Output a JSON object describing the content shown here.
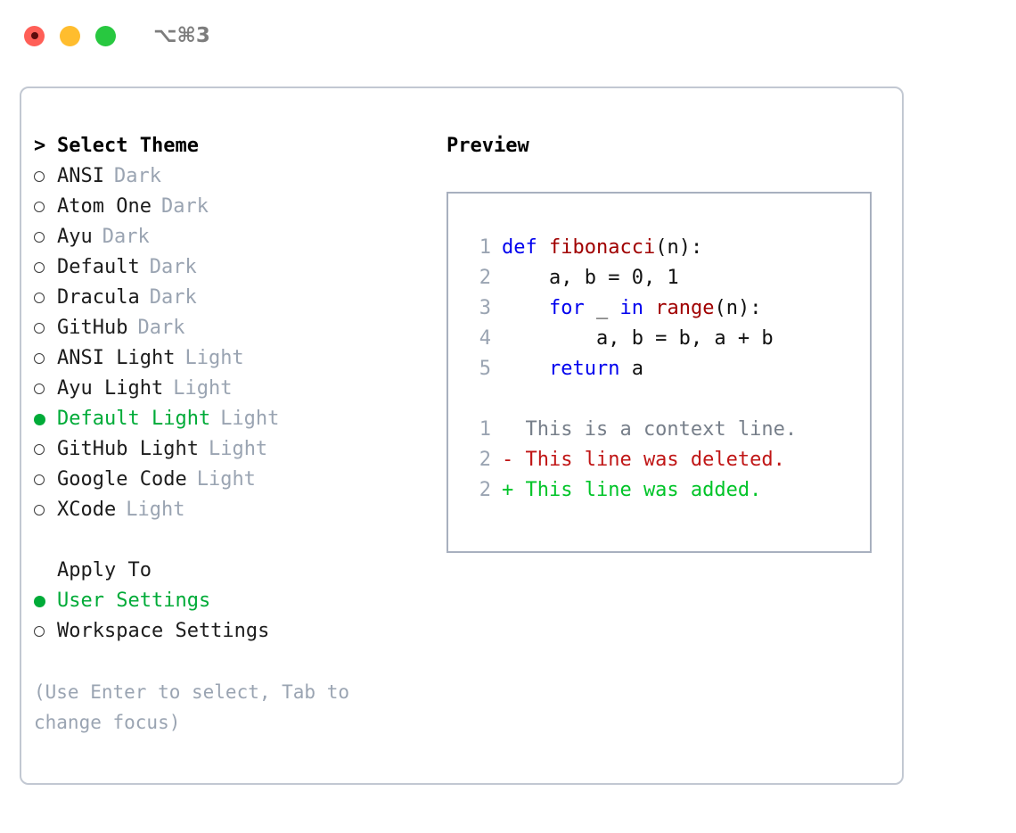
{
  "titlebar": {
    "shortcut": "⌥⌘3",
    "lights": [
      "close-red",
      "minimize-yellow",
      "maximize-green"
    ]
  },
  "left": {
    "header": {
      "caret": ">",
      "title": "Select Theme"
    },
    "themes": [
      {
        "marker": "ring",
        "name": "ANSI",
        "mode": "Dark",
        "selected": false
      },
      {
        "marker": "ring",
        "name": "Atom One",
        "mode": "Dark",
        "selected": false
      },
      {
        "marker": "ring",
        "name": "Ayu",
        "mode": "Dark",
        "selected": false
      },
      {
        "marker": "ring",
        "name": "Default",
        "mode": "Dark",
        "selected": false
      },
      {
        "marker": "ring",
        "name": "Dracula",
        "mode": "Dark",
        "selected": false
      },
      {
        "marker": "ring",
        "name": "GitHub",
        "mode": "Dark",
        "selected": false
      },
      {
        "marker": "ring",
        "name": "ANSI Light",
        "mode": "Light",
        "selected": false
      },
      {
        "marker": "ring",
        "name": "Ayu Light",
        "mode": "Light",
        "selected": false
      },
      {
        "marker": "dot",
        "name": "Default Light",
        "mode": "Light",
        "selected": true
      },
      {
        "marker": "ring",
        "name": "GitHub Light",
        "mode": "Light",
        "selected": false
      },
      {
        "marker": "ring",
        "name": "Google Code",
        "mode": "Light",
        "selected": false
      },
      {
        "marker": "ring",
        "name": "XCode",
        "mode": "Light",
        "selected": false
      }
    ],
    "apply_to": {
      "label": "Apply To",
      "options": [
        {
          "marker": "dot",
          "name": "User Settings",
          "selected": true
        },
        {
          "marker": "ring",
          "name": "Workspace Settings",
          "selected": false
        }
      ]
    },
    "hint": "(Use Enter to select, Tab to change focus)"
  },
  "right": {
    "title": "Preview",
    "code_lines": [
      {
        "lno": "1",
        "segments": [
          {
            "t": "def ",
            "c": "kw"
          },
          {
            "t": "fibonacci",
            "c": "fn"
          },
          {
            "t": "(n):",
            "c": "plain"
          }
        ]
      },
      {
        "lno": "2",
        "segments": [
          {
            "t": "    a, b = 0, 1",
            "c": "plain"
          }
        ]
      },
      {
        "lno": "3",
        "segments": [
          {
            "t": "    ",
            "c": "plain"
          },
          {
            "t": "for",
            "c": "kw"
          },
          {
            "t": " _ ",
            "c": "plain"
          },
          {
            "t": "in",
            "c": "kw"
          },
          {
            "t": " ",
            "c": "plain"
          },
          {
            "t": "range",
            "c": "fn"
          },
          {
            "t": "(n):",
            "c": "plain"
          }
        ]
      },
      {
        "lno": "4",
        "segments": [
          {
            "t": "        a, b = b, a + b",
            "c": "plain"
          }
        ]
      },
      {
        "lno": "5",
        "segments": [
          {
            "t": "    ",
            "c": "plain"
          },
          {
            "t": "return",
            "c": "kw"
          },
          {
            "t": " a",
            "c": "plain"
          }
        ]
      }
    ],
    "diff_lines": [
      {
        "lno": "1",
        "segments": [
          {
            "t": "  This is a context line.",
            "c": "ctx"
          }
        ]
      },
      {
        "lno": "2",
        "segments": [
          {
            "t": "- This line was deleted.",
            "c": "del"
          }
        ]
      },
      {
        "lno": "2",
        "segments": [
          {
            "t": "+ This line was added.",
            "c": "add"
          }
        ]
      }
    ]
  },
  "colors": {
    "accent_green": "#00ab38",
    "keyword_blue": "#0000ee",
    "function_red": "#a00000",
    "diff_added": "#00c428",
    "diff_deleted": "#c01616",
    "muted": "#9aa4b2",
    "border": "#c2c8d2",
    "preview_border": "#a8b0bf"
  }
}
